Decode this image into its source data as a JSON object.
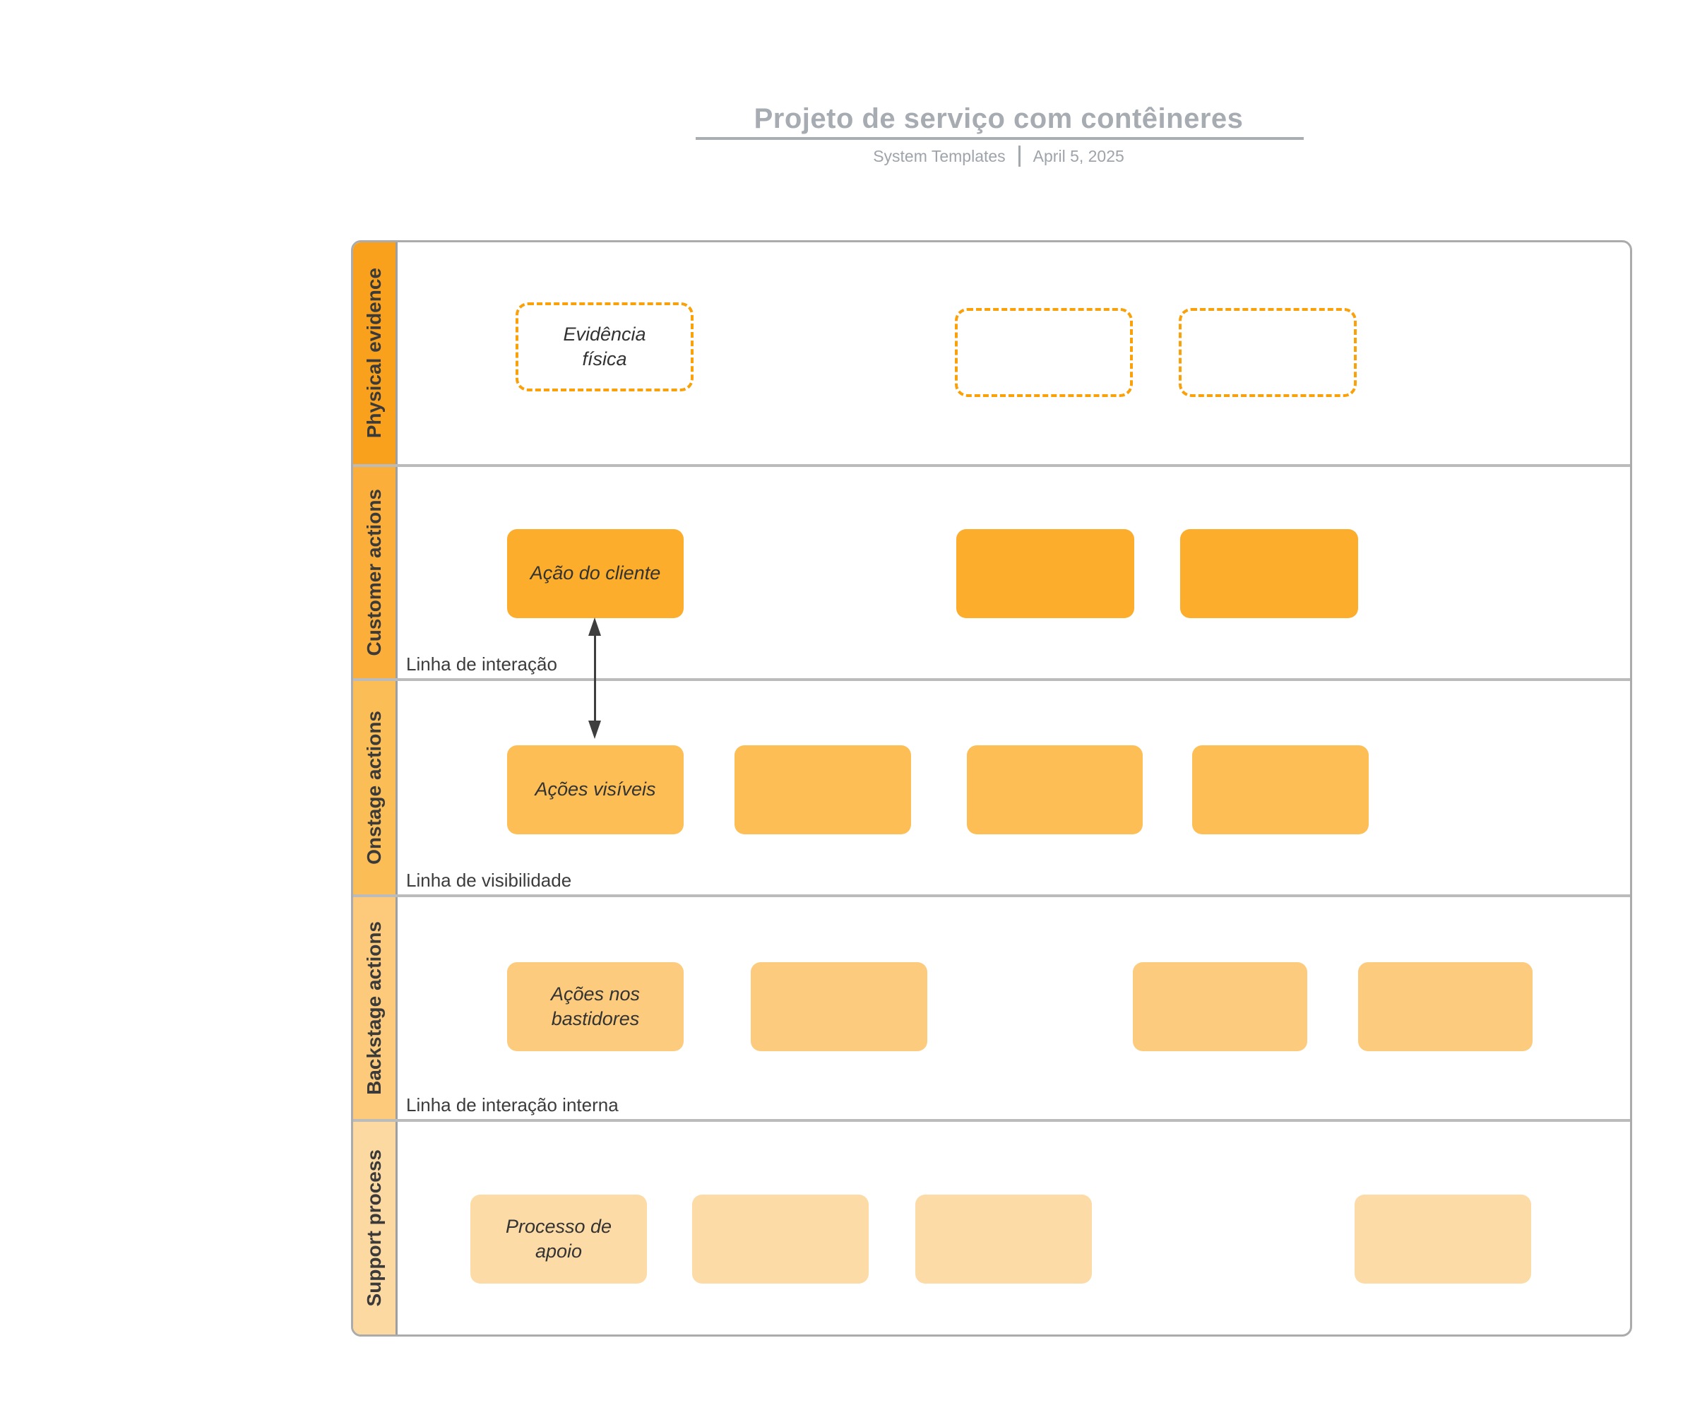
{
  "header": {
    "title": "Projeto de serviço com contêineres",
    "source": "System Templates",
    "date": "April 5, 2025"
  },
  "rows": [
    {
      "label": "Physical evidence"
    },
    {
      "label": "Customer actions"
    },
    {
      "label": "Onstage actions"
    },
    {
      "label": "Backstage actions"
    },
    {
      "label": "Support process"
    }
  ],
  "shapes": {
    "physical_evidence": "Evidência física",
    "customer_action": "Ação do cliente",
    "onstage_action": "Ações visíveis",
    "backstage_action": "Ações nos bastidores",
    "support_process": "Processo de apoio"
  },
  "lines": {
    "interaction": "Linha de interação",
    "visibility": "Linha de visibilidade",
    "internal_interaction": "Linha de interação interna"
  },
  "colors": {
    "strip_physical": "#F9A11C",
    "strip_customer": "#FBAE39",
    "strip_onstage": "#FBBD55",
    "strip_backstage": "#FCCA7A",
    "strip_support": "#FDD9A2",
    "box_customer": "#FCAD2B",
    "box_onstage": "#FCBE55",
    "box_backstage": "#FCCB7D",
    "box_support": "#FDDBA6",
    "dashed_border": "#FAA008",
    "grid_line": "#BBBBBB",
    "container_border": "#ABABAB",
    "title_text": "#A7ACB2",
    "arrow": "#3E3E3E"
  }
}
